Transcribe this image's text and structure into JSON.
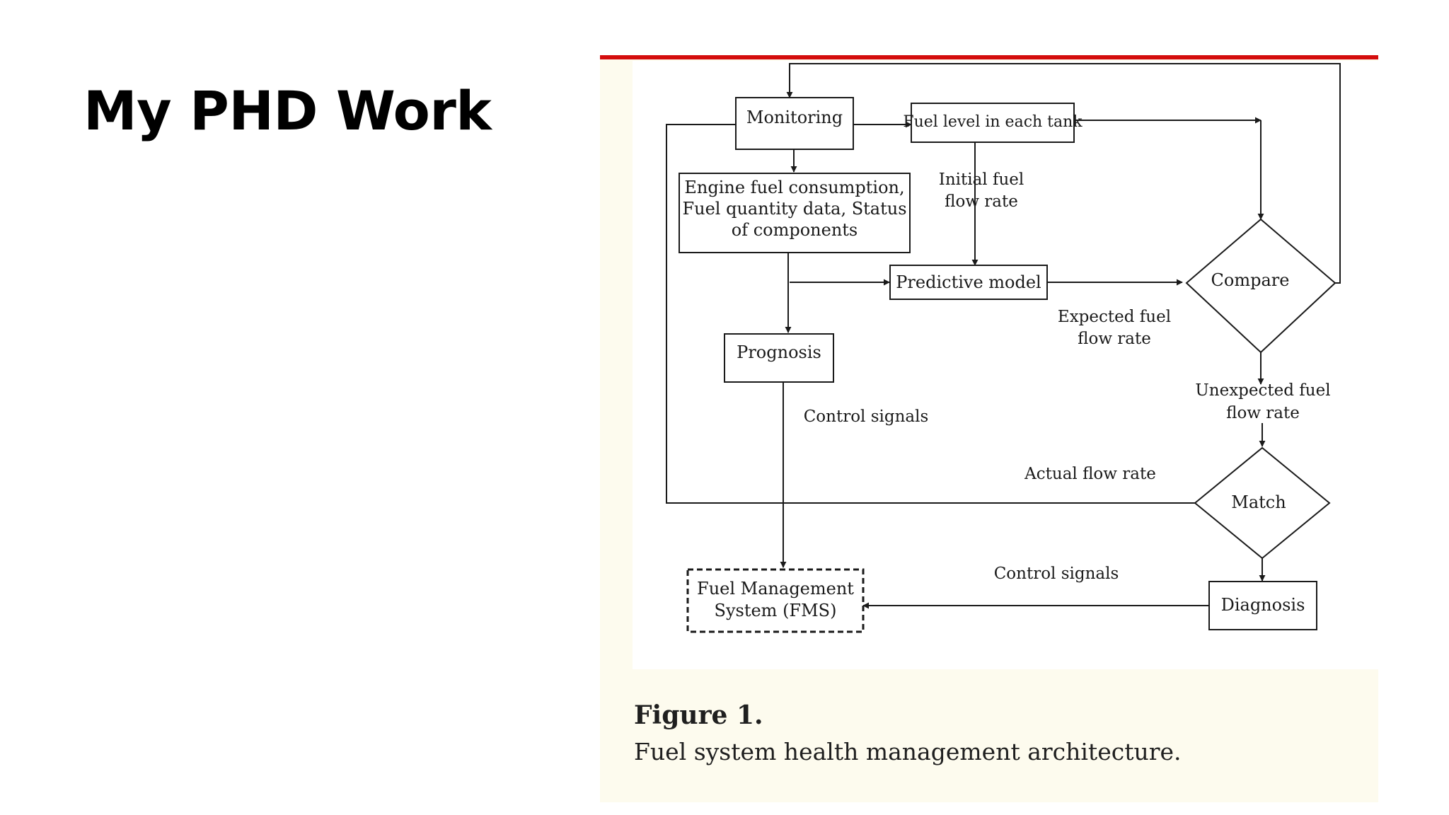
{
  "slide": {
    "title": "My PHD Work"
  },
  "figure": {
    "label": "Figure 1.",
    "caption": "Fuel system health management architecture."
  },
  "diagram": {
    "nodes": {
      "monitoring": [
        "Monitoring"
      ],
      "fuel_level": [
        "Fuel level in each tank"
      ],
      "engine_data": [
        "Engine fuel consumption,",
        "Fuel quantity data, Status",
        "of components"
      ],
      "predictive_model": [
        "Predictive model"
      ],
      "prognosis": [
        "Prognosis"
      ],
      "compare": [
        "Compare"
      ],
      "match": [
        "Match"
      ],
      "fms": [
        "Fuel Management",
        "System (FMS)"
      ],
      "diagnosis": [
        "Diagnosis"
      ]
    },
    "edge_labels": {
      "initial_fuel_flow_rate": [
        "Initial fuel",
        "flow rate"
      ],
      "expected_fuel_flow_rate": [
        "Expected fuel",
        "flow rate"
      ],
      "unexpected_fuel_flow_rate": [
        "Unexpected fuel",
        "flow rate"
      ],
      "control_signals_prognosis": [
        "Control signals"
      ],
      "actual_flow_rate": [
        "Actual flow rate"
      ],
      "control_signals_diagnosis": [
        "Control signals"
      ]
    }
  }
}
